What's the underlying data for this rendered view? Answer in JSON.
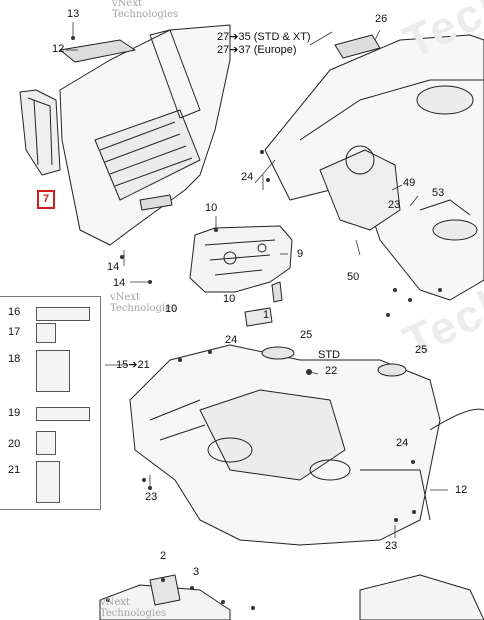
{
  "watermark": {
    "brand_line1": "vNext",
    "brand_line2": "Technologies",
    "background_text": "Technologies"
  },
  "header_note": {
    "line1": "27➔35 (STD & XT)",
    "line2": "27➔37 (Europe)"
  },
  "reference_15_21": "15➔21",
  "std_label": "STD",
  "callouts": {
    "c1": "1",
    "c2": "2",
    "c3": "3",
    "c7": "7",
    "c9": "9",
    "c10a": "10",
    "c10b": "10",
    "c10c": "10",
    "c12a": "12",
    "c12b": "12",
    "c13": "13",
    "c14a": "14",
    "c14b": "14",
    "c22": "22",
    "c23a": "23",
    "c23b": "23",
    "c23c": "23",
    "c24a": "24",
    "c24b": "24",
    "c24c": "24",
    "c25a": "25",
    "c25b": "25",
    "c26": "26",
    "c49": "49",
    "c50": "50",
    "c53": "53"
  },
  "decal_panel": {
    "labels": [
      "16",
      "17",
      "18",
      "19",
      "20",
      "21"
    ]
  },
  "highlight_color": "#d01c1c"
}
